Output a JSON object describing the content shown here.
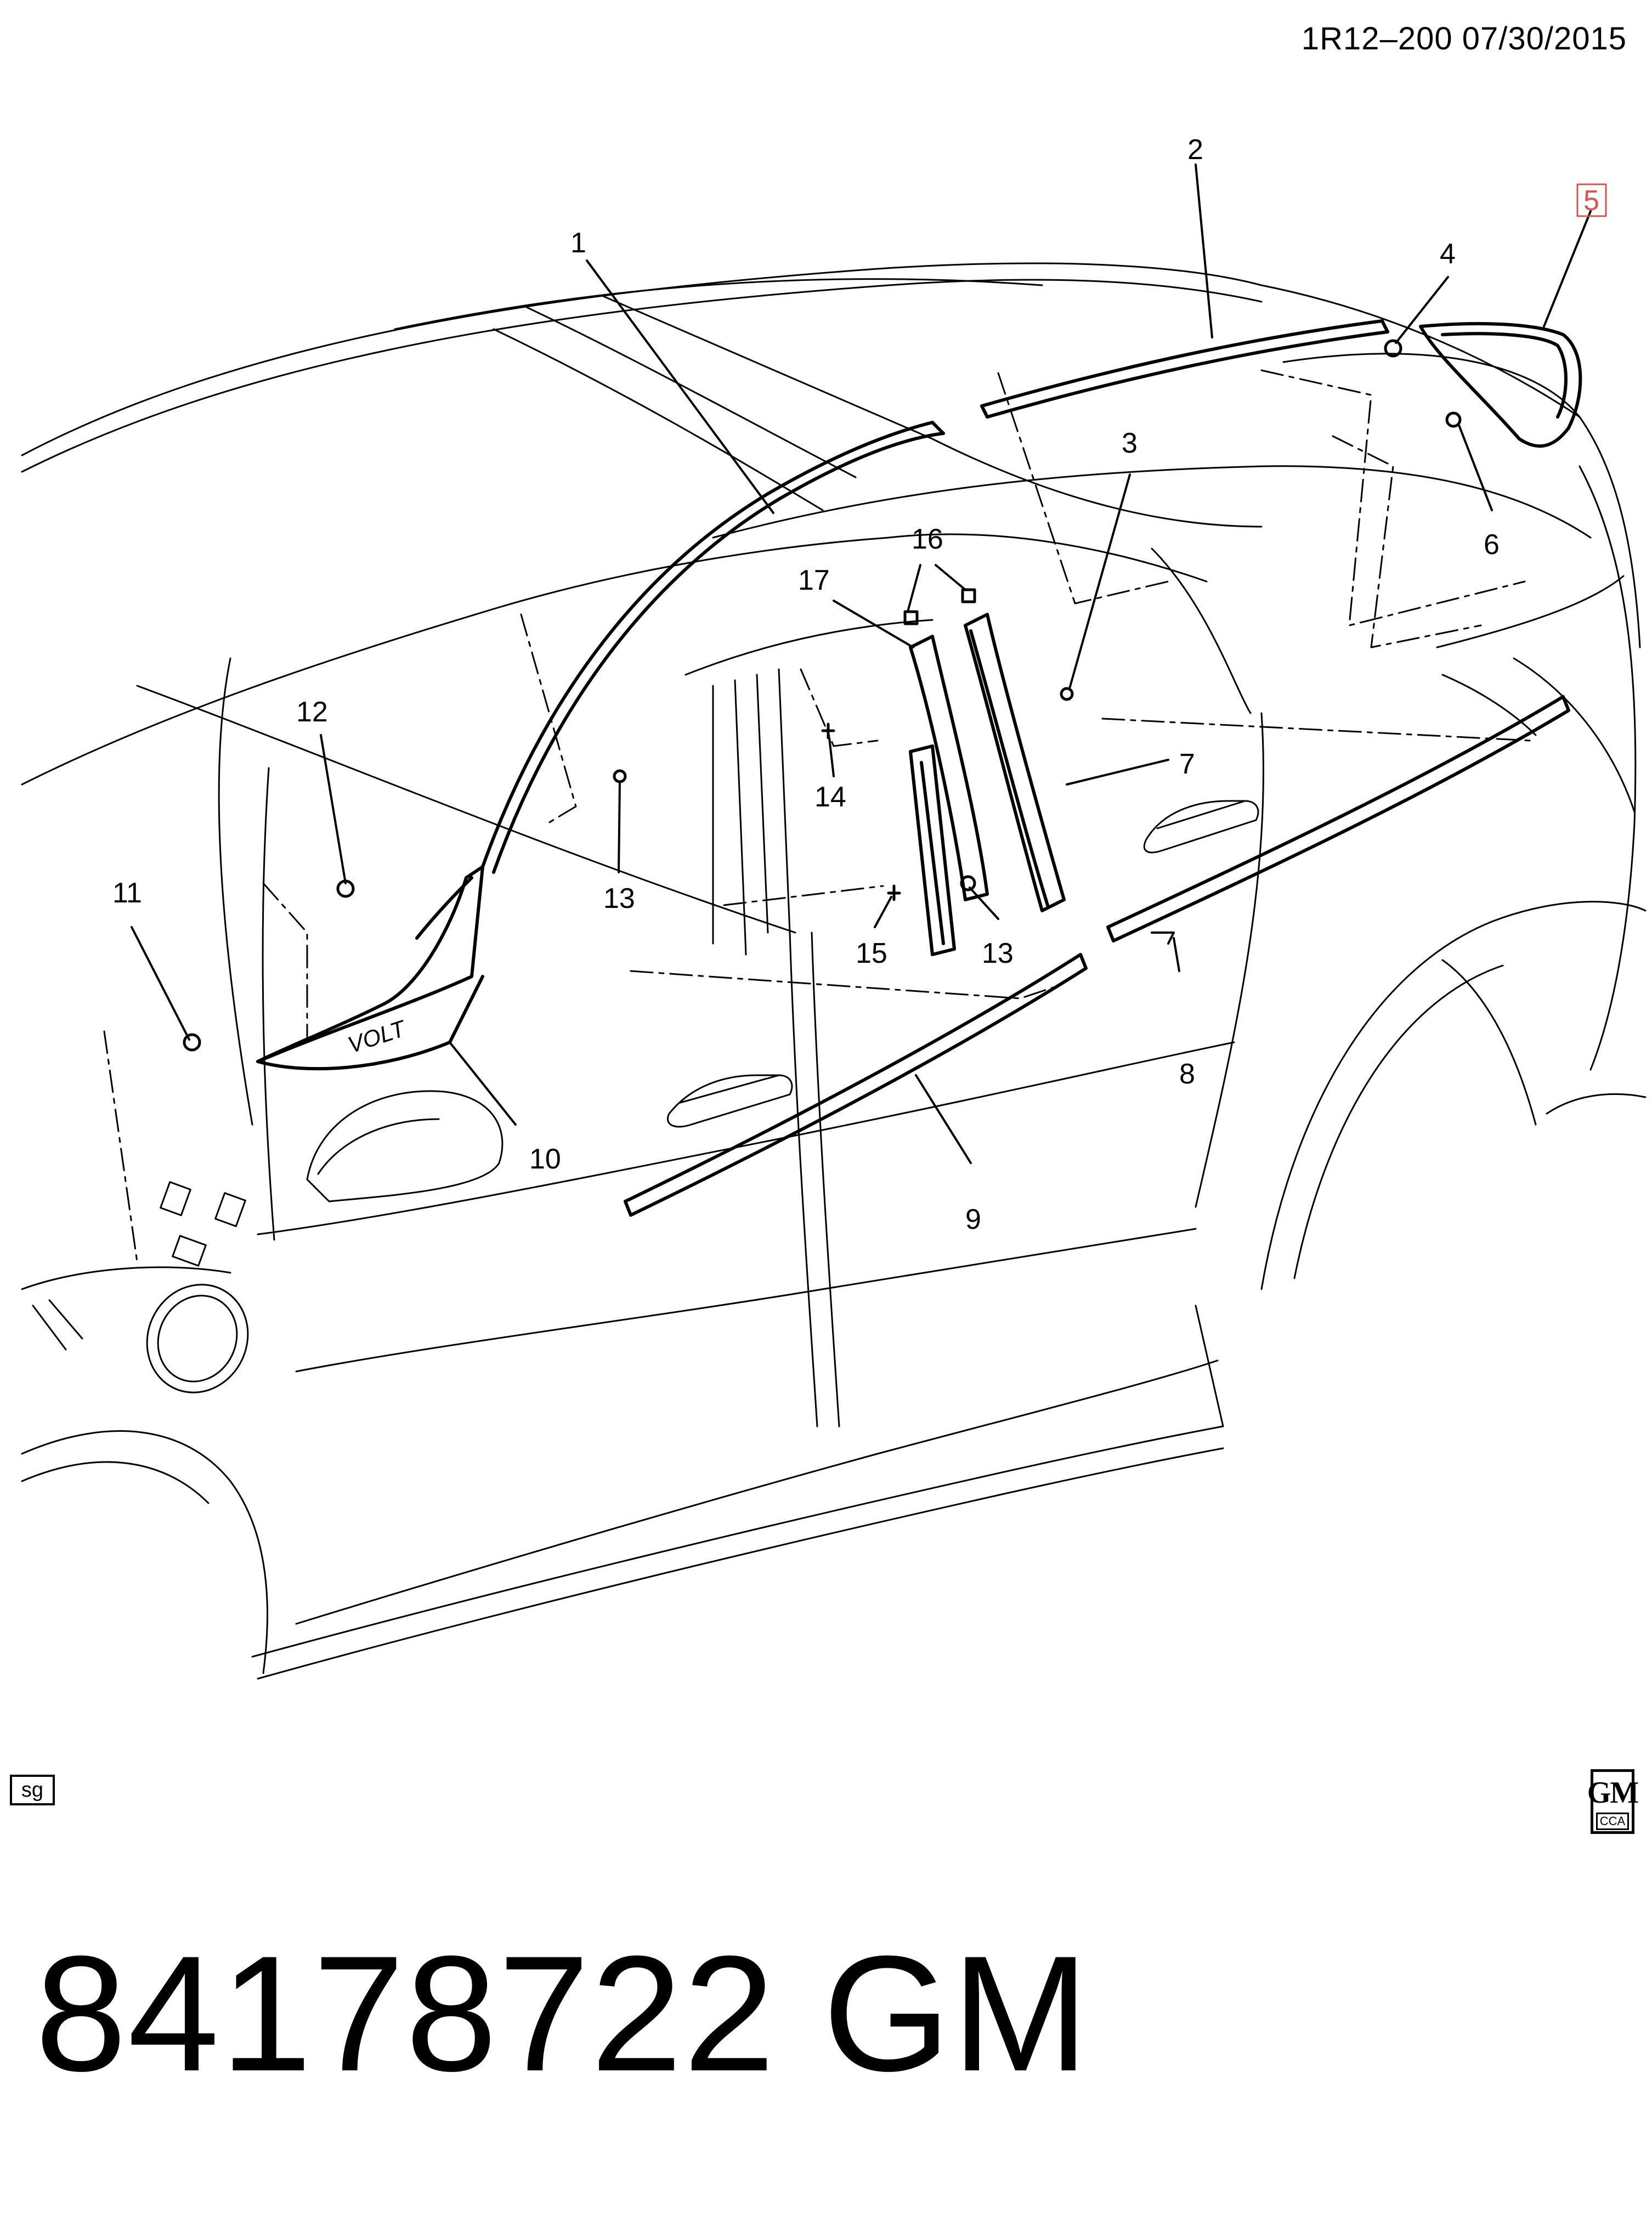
{
  "header": {
    "reference": "1R12–200  07/30/2015"
  },
  "callouts": [
    "1",
    "2",
    "3",
    "4",
    "5",
    "6",
    "7",
    "8",
    "9",
    "10",
    "11",
    "12",
    "13",
    "13",
    "14",
    "15",
    "16",
    "17"
  ],
  "badge_text": "VOLT",
  "footer": {
    "part_number": "84178722   GM",
    "sg_label": "sg"
  },
  "gm_logo": {
    "text": "GM",
    "sub": "CCA"
  },
  "colors": {
    "line": "#000000",
    "background": "#ffffff",
    "callout_box": "#d9534f"
  }
}
